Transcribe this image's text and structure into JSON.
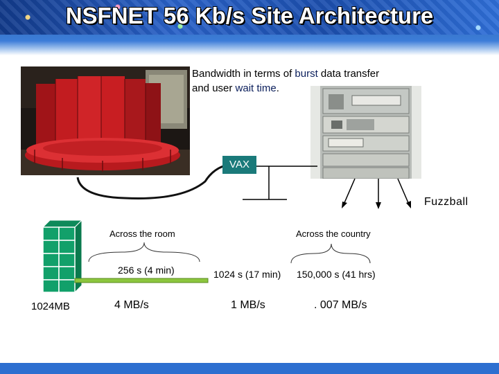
{
  "title": "NSFNET 56 Kb/s Site Architecture",
  "bandwidth_note": {
    "line1_a": "Bandwidth in terms of ",
    "line1_b": "burst",
    "line1_c": " data transfer",
    "line2_a": "and user ",
    "line2_b": "wait time",
    "line2_c": "."
  },
  "vax_label": "VAX",
  "fuzzball_label": "Fuzzball",
  "storage_label": "1024MB",
  "across_room": "Across the room",
  "across_country": "Across the country",
  "times": {
    "room": "256 s (4 min)",
    "country_mid": "1024 s (17 min)",
    "country_far": "150,000 s (41 hrs)"
  },
  "rates": {
    "room": "4 MB/s",
    "mid": "1 MB/s",
    "far": ". 007 MB/s"
  },
  "colors": {
    "header_blue": "#2a62c8",
    "vax_box": "#1a7a7a",
    "storage_green": "#12a06a",
    "link_green": "#8cc63e",
    "crimson": "#b81a1e"
  }
}
